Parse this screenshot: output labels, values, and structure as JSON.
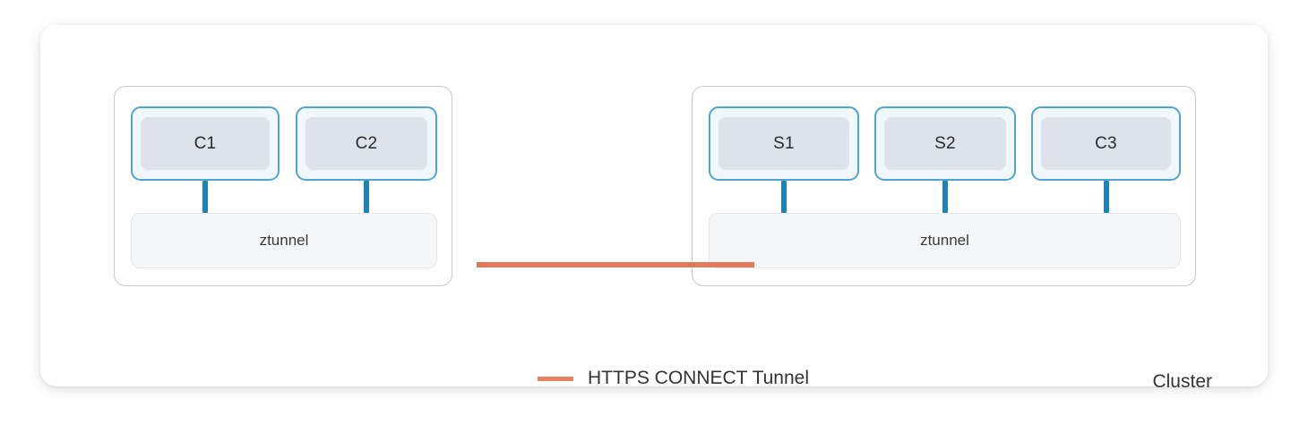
{
  "diagram": {
    "title_caption": "Cluster",
    "legend": {
      "swatch_name": "tunnel-line-swatch",
      "label": "HTTPS CONNECT Tunnel",
      "color": "#E58060"
    },
    "colors": {
      "pod_border": "#4FA4D2",
      "pod_fill": "#F1F8FC",
      "container_fill": "#DCE3EA",
      "stem": "#1E82B8",
      "ztunnel_fill": "#F5F6F7",
      "node_border": "#C7CACE",
      "tunnel": "#E07A5A",
      "card_bg": "#FFFFFF"
    },
    "tunnel_connection": {
      "name": "https-connect-tunnel",
      "from": "ztunnel-left",
      "to": "ztunnel-right",
      "color": "#E07A5A"
    },
    "nodes": [
      {
        "id": "node-left",
        "pods": [
          {
            "id": "pod-c1",
            "label": "C1"
          },
          {
            "id": "pod-c2",
            "label": "C2"
          }
        ],
        "ztunnel": {
          "id": "ztunnel-left",
          "label": "ztunnel"
        }
      },
      {
        "id": "node-right",
        "pods": [
          {
            "id": "pod-s1",
            "label": "S1"
          },
          {
            "id": "pod-s2",
            "label": "S2"
          },
          {
            "id": "pod-c3",
            "label": "C3"
          }
        ],
        "ztunnel": {
          "id": "ztunnel-right",
          "label": "ztunnel"
        }
      }
    ]
  }
}
